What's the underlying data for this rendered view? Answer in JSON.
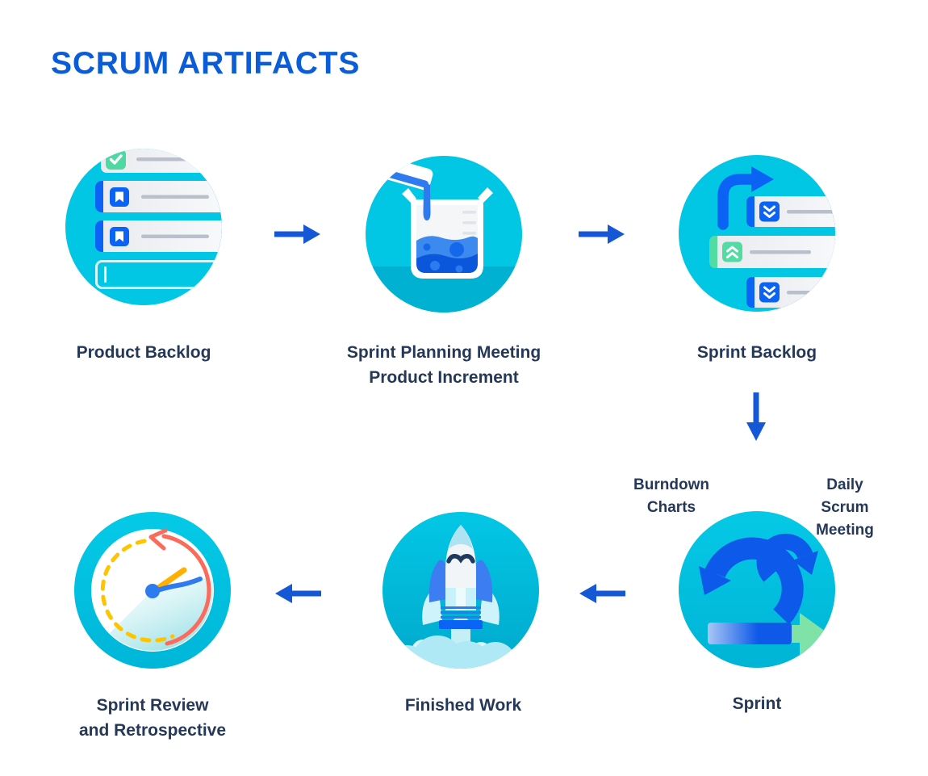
{
  "title": "SCRUM ARTIFACTS",
  "nodes": {
    "product_backlog": {
      "label": "Product Backlog",
      "icon": "backlog-list-icon"
    },
    "sprint_planning": {
      "label": "Sprint Planning Meeting\nProduct Increment",
      "icon": "beaker-icon"
    },
    "sprint_backlog": {
      "label": "Sprint Backlog",
      "icon": "prioritized-list-icon"
    },
    "sprint": {
      "label": "Sprint",
      "icon": "sprint-loop-icon"
    },
    "finished_work": {
      "label": "Finished Work",
      "icon": "rocket-icon"
    },
    "sprint_review": {
      "label": "Sprint Review\nand Retrospective",
      "icon": "clock-icon"
    }
  },
  "annotations": {
    "burndown_charts": "Burndown\nCharts",
    "daily_scrum_meeting": "Daily Scrum\nMeeting"
  },
  "flow": {
    "arrows": [
      {
        "from": "product_backlog",
        "to": "sprint_planning",
        "direction": "right"
      },
      {
        "from": "sprint_planning",
        "to": "sprint_backlog",
        "direction": "right"
      },
      {
        "from": "sprint_backlog",
        "to": "sprint",
        "direction": "down"
      },
      {
        "from": "sprint",
        "to": "finished_work",
        "direction": "left"
      },
      {
        "from": "finished_work",
        "to": "sprint_review",
        "direction": "left"
      }
    ]
  },
  "colors": {
    "title_blue": "#0B5CD7",
    "label_navy": "#253858",
    "arrow_blue": "#1558D6",
    "circle_cyan": "#00C7E5",
    "accent_blue": "#0B63F6",
    "accent_green": "#57D9A3",
    "accent_red": "#FB6A5A",
    "accent_yellow": "#FFC400"
  }
}
